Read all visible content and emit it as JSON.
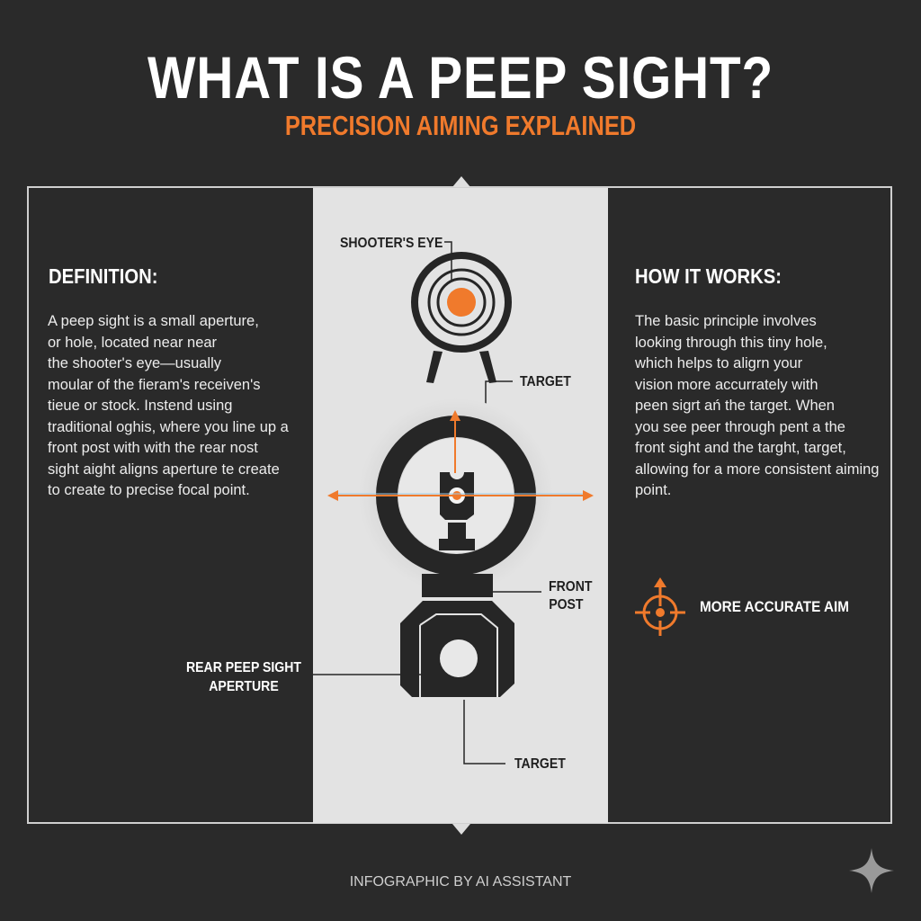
{
  "header": {
    "title": "WHAT IS A PEEP SIGHT?",
    "subtitle": "PRECISION AIMING EXPLAINED"
  },
  "definition": {
    "heading": "DEFINITION:",
    "body": "A peep sight is a small aperture,\nor hole, located near near\nthe shooter's eye—usually\nmoular of the fieram's receiven's\ntieue or stock. Instend using\ntraditional oghis, where you line up a\nfront post with with the rear nost\nsight aight aligns aperture te create\nto create to precise focal point."
  },
  "how_it_works": {
    "heading": "HOW IT WORKS:",
    "body": "The basic principle involves\nlooking through this tiny hole,\nwhich helps to aligrn your\nvision more accurrately with\npeen sigrt ań the target. When\nyou see peer through pent a the\nfront sight and the targht, target,\nallowing for a more consistent aiming\npoint.",
    "benefit": {
      "icon": "crosshair-arrow-icon",
      "label": "MORE ACCURATE AIM"
    }
  },
  "diagram": {
    "labels": {
      "shooters_eye": "SHOOTER'S EYE",
      "target_top": "TARGET",
      "front_post_line1": "FRONT",
      "front_post_line2": "POST",
      "rear_peep_line1": "REAR PEEP SIGHT",
      "rear_peep_line2": "APERTURE",
      "target_bottom": "TARGET"
    },
    "colors": {
      "accent": "#f07a2c",
      "dark": "#262626",
      "panel": "#e3e3e3"
    }
  },
  "footer": {
    "credit": "INFOGRAPHIC BY AI ASSISTANT",
    "logo_icon": "sparkle-icon"
  },
  "theme": {
    "background": "#2a2a2a",
    "accent": "#f07a2c",
    "text": "#ffffff"
  }
}
